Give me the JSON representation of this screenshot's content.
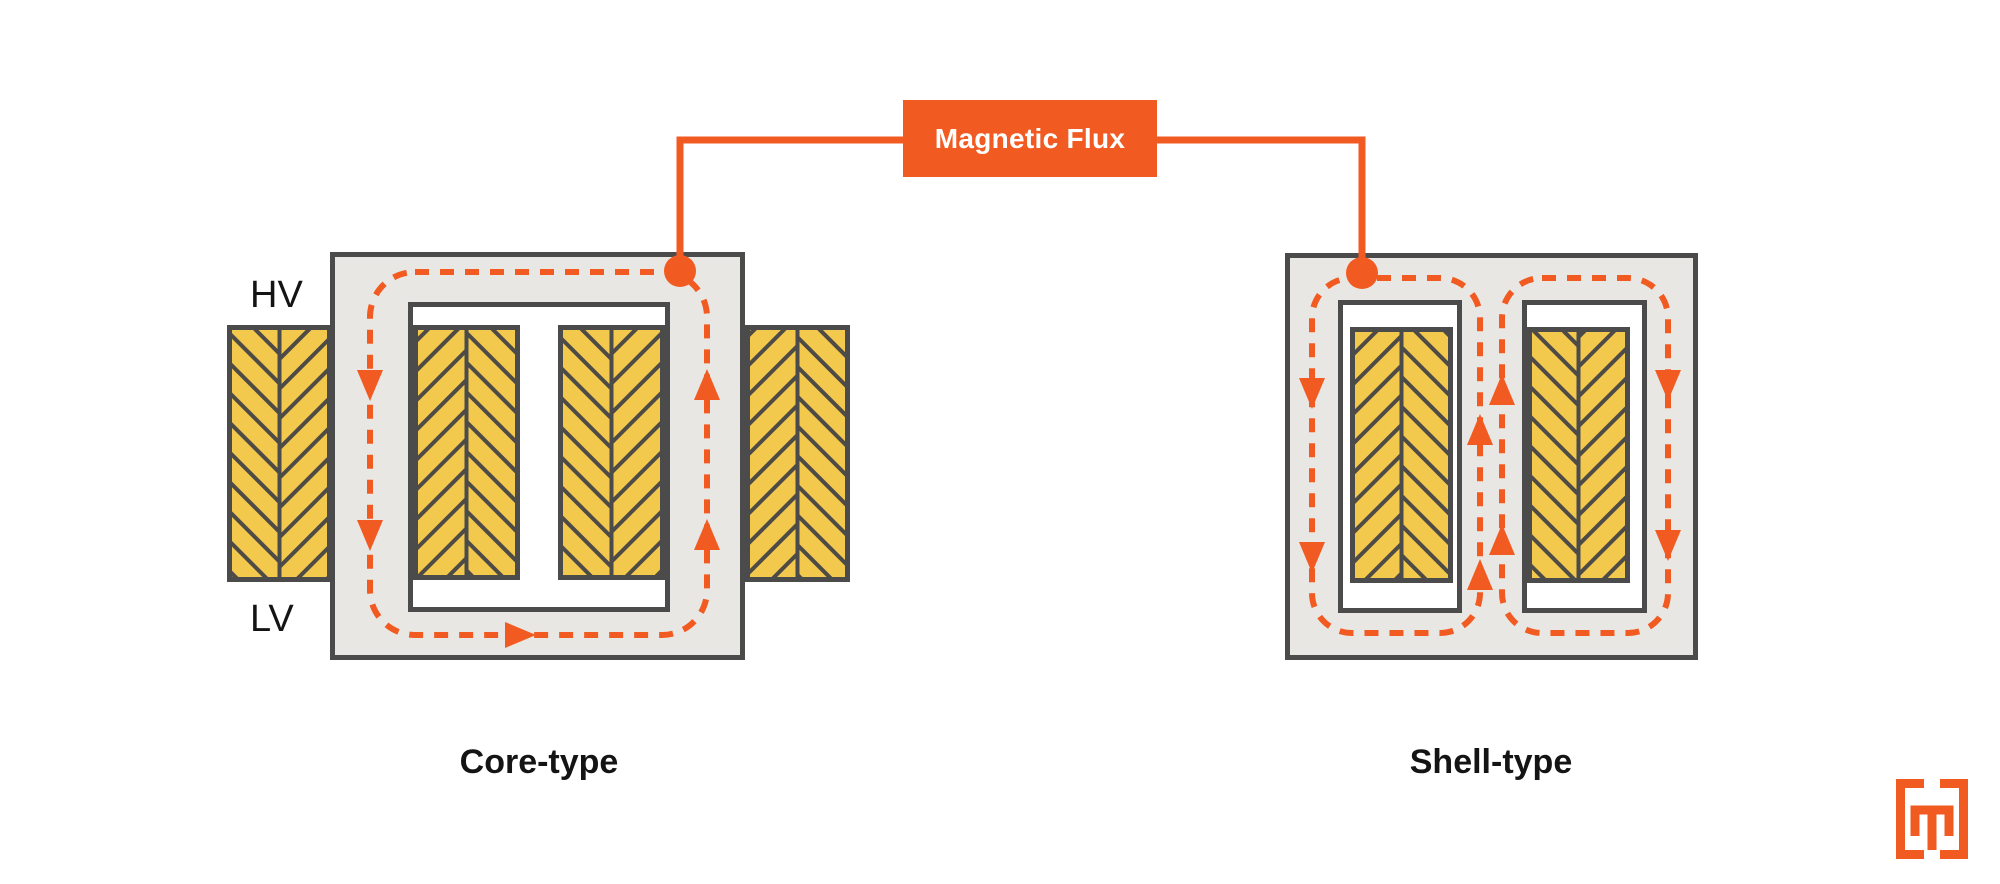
{
  "colors": {
    "accent_orange": "#F15B22",
    "coil_yellow": "#F2C84D",
    "hatch_line": "#4E4B46",
    "frame_fill": "#E9E7E3",
    "outline_dark": "#4B4B4B",
    "text_dark": "#141414",
    "background": "#FFFFFF"
  },
  "banner": {
    "label": "Magnetic Flux"
  },
  "winding_labels": {
    "hv": "HV",
    "lv": "LV"
  },
  "diagrams": [
    {
      "caption": "Core-type"
    },
    {
      "caption": "Shell-type"
    }
  ],
  "icons": {
    "logo": "m-bracket-logo"
  }
}
